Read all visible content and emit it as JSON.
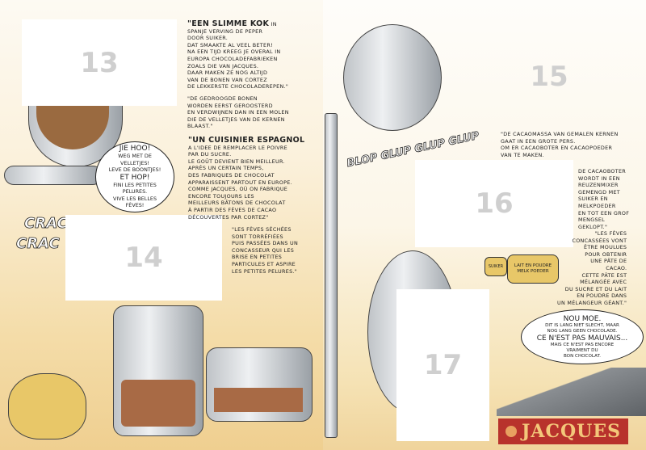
{
  "panels": {
    "p13": "13",
    "p14": "14",
    "p15": "15",
    "p16": "16",
    "p17": "17"
  },
  "text_nl_1": {
    "title": "\"EEN SLIMME KOK",
    "title_tail": " IN",
    "body": "SPANJE VERVING DE PEPER\nDOOR SUIKER.\nDAT SMAAKTE AL VEEL BETER!\nNA EEN TIJD KREEG JE OVERAL IN\nEUROPA CHOCOLADEFABRIEKEN\nZOALS DIE VAN JACQUES.\nDAAR MAKEN ZE NOG ALTIJD\nVAN DE BONEN VAN CORTEZ\nDE LEKKERSTE CHOCOLADEREPEN.\""
  },
  "text_nl_2": "\"DE GEDROOGDE BONEN\nWORDEN EERST GEROOSTERD\nEN VERDWIJNEN DAN IN EEN MOLEN\nDIE DE VELLETJES VAN DE KERNEN\nBLAAST.\"",
  "text_fr_1": {
    "title": "\"UN CUISINIER ESPAGNOL",
    "body": "A L'IDEE DE REMPLACER LE POIVRE\nPAR DU SUCRE.\nLE GOÛT DEVIENT BIEN MEILLEUR.\nAPRÈS UN CERTAIN TEMPS,\nDES FABRIQUES DE CHOCOLAT\nAPPARAISSENT PARTOUT EN EUROPE.\nCOMME JACQUES, OÙ ON FABRIQUE\nENCORE TOUJOURS LES\nMEILLEURS BÂTONS DE CHOCOLAT\nÀ PARTIR DES FÈVES DE CACAO\nDÉCOUVERTES PAR CORTEZ\""
  },
  "text_fr_2": "\"LES FÈVES SÉCHÉES\nSONT TORRÉFIÉES\nPUIS PASSÉES DANS UN\nCONCASSEUR QUI LES\nBRISE EN PETITES\nPARTICULES ET ASPIRE\nLES PETITES PELURES.\"",
  "bubble_left": {
    "line1": "JIE HOO!",
    "line2": "WEG MET DE\nVELLETJES!\nLEVE DE BOONTJES!",
    "line3": "ET HOP!",
    "line4": "FINI LES PETITES\nPELURES.\nVIVE LES BELLES\nFÈVES!"
  },
  "sfx": {
    "crac": "CRAC",
    "crac2": "CRAC",
    "blup": "BLOP GLUP GLUP GLUP"
  },
  "text_nl_3": "\"DE CACAOMASSA VAN GEMALEN KERNEN\nGAAT IN EEN GROTE PERS.\nOM ER CACAOBOTER EN CACAOPOEDER\nVAN TE MAKEN.",
  "text_nl_4": "DE CACAOBOTER\nWORDT IN EEN\nREUZENMIXER\nGEMENGD MET\nSUIKER EN\nMELKPOEDER\nEN TOT EEN GROF\nMENGSEL\nGEKLOPT.\"",
  "text_fr_3": "\"LES FÈVES\nCONCASSÉES VONT\nÊTRE MOULUES\nPOUR OBTENIR\nUNE PÂTE DE\nCACAO.\nCETTE PÂTE EST\nMÉLANGÉE AVEC\nDU SUCRE ET DU LAIT\nEN POUDRE DANS\nUN MÉLANGEUR GÉANT.\"",
  "sacks": {
    "sugar": "SUIKER",
    "milk": "LAIT EN POUDRE\nMELK POEDER"
  },
  "bubble_right": {
    "line1": "NOU MOE.",
    "line2": "DIT IS LANG NIET SLECHT, MAAR\nNOG LANG GEEN CHOCOLADE.",
    "line3": "CE N'EST PAS MAUVAIS...",
    "line4": "MAIS CE N'EST PAS ENCORE\nVRAIMENT DU\nBON CHOCOLAT."
  },
  "logo": {
    "text": "JACQUES"
  },
  "colors": {
    "logo_bg": "#b8322c",
    "logo_text": "#f3c77a",
    "chocolate": "#a86a45",
    "panel_number": "#cfcfcf"
  }
}
